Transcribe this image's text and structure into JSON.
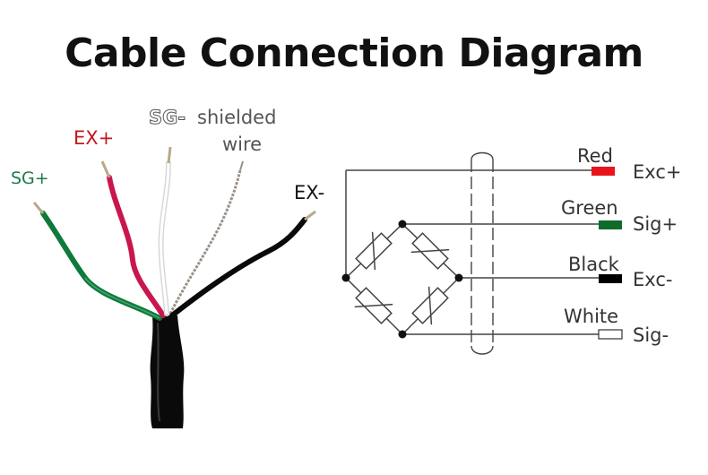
{
  "title": "Cable Connection Diagram",
  "cable_labels": {
    "sg_plus": "SG+",
    "ex_plus": "EX+",
    "sg_minus": "SG-",
    "shielded_line1": "shielded",
    "shielded_line2": "wire",
    "ex_minus": "EX-"
  },
  "wires": [
    {
      "color_name": "Red",
      "terminal": "Exc+",
      "color": "#e8141b"
    },
    {
      "color_name": "Green",
      "terminal": "Sig+",
      "color": "#0e6b2a"
    },
    {
      "color_name": "Black",
      "terminal": "Exc-",
      "color": "#000000"
    },
    {
      "color_name": "White",
      "terminal": "Sig-",
      "color": "#ffffff"
    }
  ],
  "colors": {
    "sg_plus_text": "#1f7a4d",
    "ex_plus_text": "#c0181c",
    "cable_jacket": "#000000",
    "schematic_line": "#444444"
  }
}
